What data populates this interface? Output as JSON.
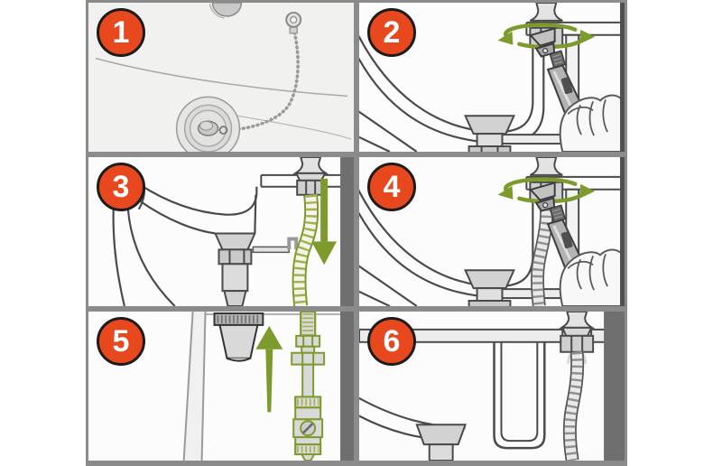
{
  "palette": {
    "badge_orange": "#e8481d",
    "badge_ring": "#1c1c1c",
    "badge_text": "#ffffff",
    "accent_green": "#7d9b2d",
    "accent_green_light": "#a3b052",
    "frame_gray": "#8b8b8b",
    "wall_gray": "#6f6f6f",
    "panel_bg": "#fcfcfc",
    "panel1_bg": "#f1f1ef",
    "line": "#4a4a4a"
  },
  "grid": {
    "rows": 3,
    "cols": 2
  },
  "steps": [
    {
      "number": "1",
      "illustration": "sink-stopper-and-chain"
    },
    {
      "number": "2",
      "illustration": "wrench-loosening-locknut"
    },
    {
      "number": "3",
      "illustration": "pulling-old-drain-hose-down"
    },
    {
      "number": "4",
      "illustration": "wrench-tightening-locknut"
    },
    {
      "number": "5",
      "illustration": "inserting-new-drain-assembly-up"
    },
    {
      "number": "6",
      "illustration": "completed-drain-installation"
    }
  ]
}
